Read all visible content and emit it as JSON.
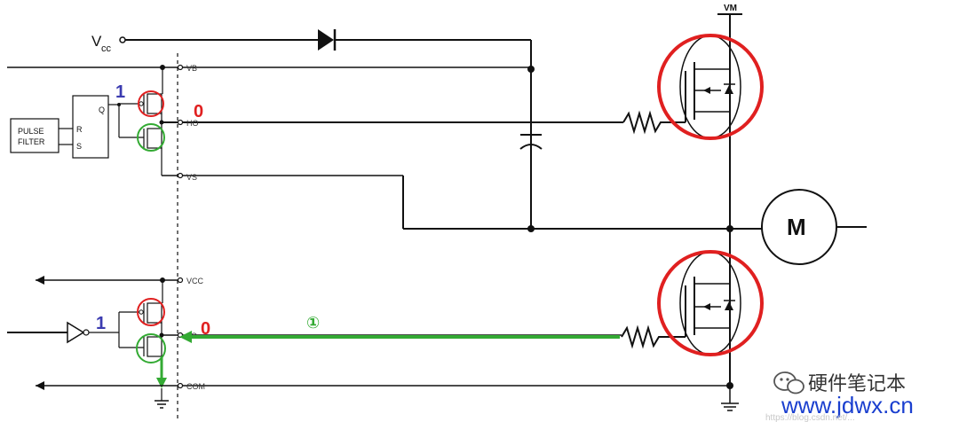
{
  "supply": {
    "vcc_main": "V",
    "vcc_sub": "cc",
    "vm": "VM"
  },
  "pins": {
    "vb": "VB",
    "ho": "HO",
    "vs": "VS",
    "vcc": "VCC",
    "lo": "LO",
    "com": "COM"
  },
  "logic": {
    "pulse_filter_line1": "PULSE",
    "pulse_filter_line2": "FILTER",
    "latch_r": "R",
    "latch_s": "S",
    "latch_q": "Q"
  },
  "states": {
    "high_input": "1",
    "high_output": "0",
    "low_input": "1",
    "low_output": "0"
  },
  "motor_label": "M",
  "path_marker": "①",
  "watermark": {
    "channel": "硬件笔记本",
    "url": "www.jdwx.cn",
    "faint": "https://blog.csdn.net/..."
  },
  "colors": {
    "highlight_red": "#e02020",
    "highlight_green": "#33aa33",
    "state_blue": "#3b3bb0"
  }
}
